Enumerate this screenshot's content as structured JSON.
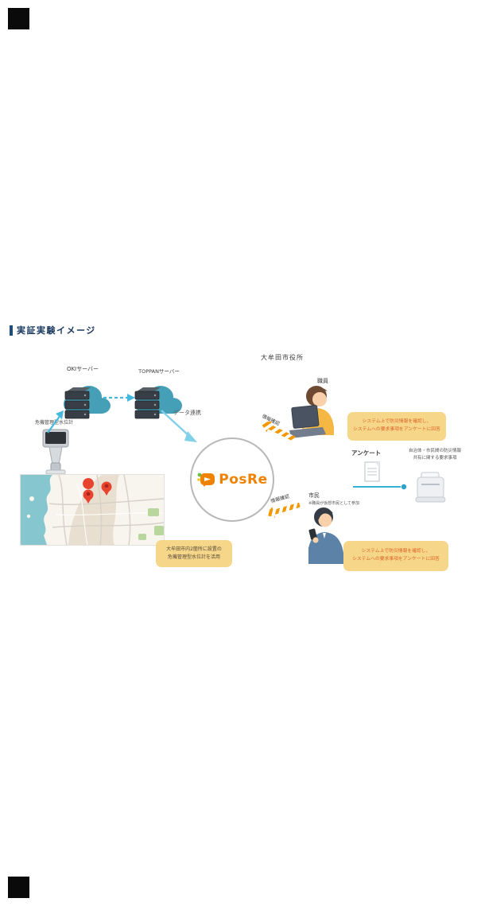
{
  "title": {
    "text": "実証実験イメージ"
  },
  "servers": {
    "cloud1_label": "OKIサーバー",
    "cloud2_label": "TOPPANサーバー",
    "sensor_label": "危機管理型水位計",
    "data_link_label": "データ連携"
  },
  "posre": {
    "name": "PosRe"
  },
  "cityhall": {
    "title": "大牟田市役所",
    "staff_label": "職員",
    "citizen_label": "市民",
    "citizen_note": "※職員が仮想市民として参加",
    "staff_arrow_label": "情報確認",
    "citizen_arrow_label": "情報確認"
  },
  "survey": {
    "label": "アンケート",
    "note_line1": "自治体・市民間の防災情報",
    "note_line2": "共有に関する要求事項"
  },
  "callouts": {
    "staff_line1": "システム上で防災情報を確認し、",
    "staff_line2": "システムへの要求事項をアンケートに回答",
    "citizen_line1": "システム上で防災情報を確認し、",
    "citizen_line2": "システムへの要求事項をアンケートに回答",
    "map_line1": "大牟田市内2箇所に設置の",
    "map_line2": "危機管理型水位計を活用"
  },
  "colors": {
    "accent_orange": "#ef8200",
    "cloud_teal": "#459fb6",
    "arrow_blue": "#45b8dd",
    "callout_bg": "#f6d78a",
    "pin_red": "#e8432e"
  }
}
